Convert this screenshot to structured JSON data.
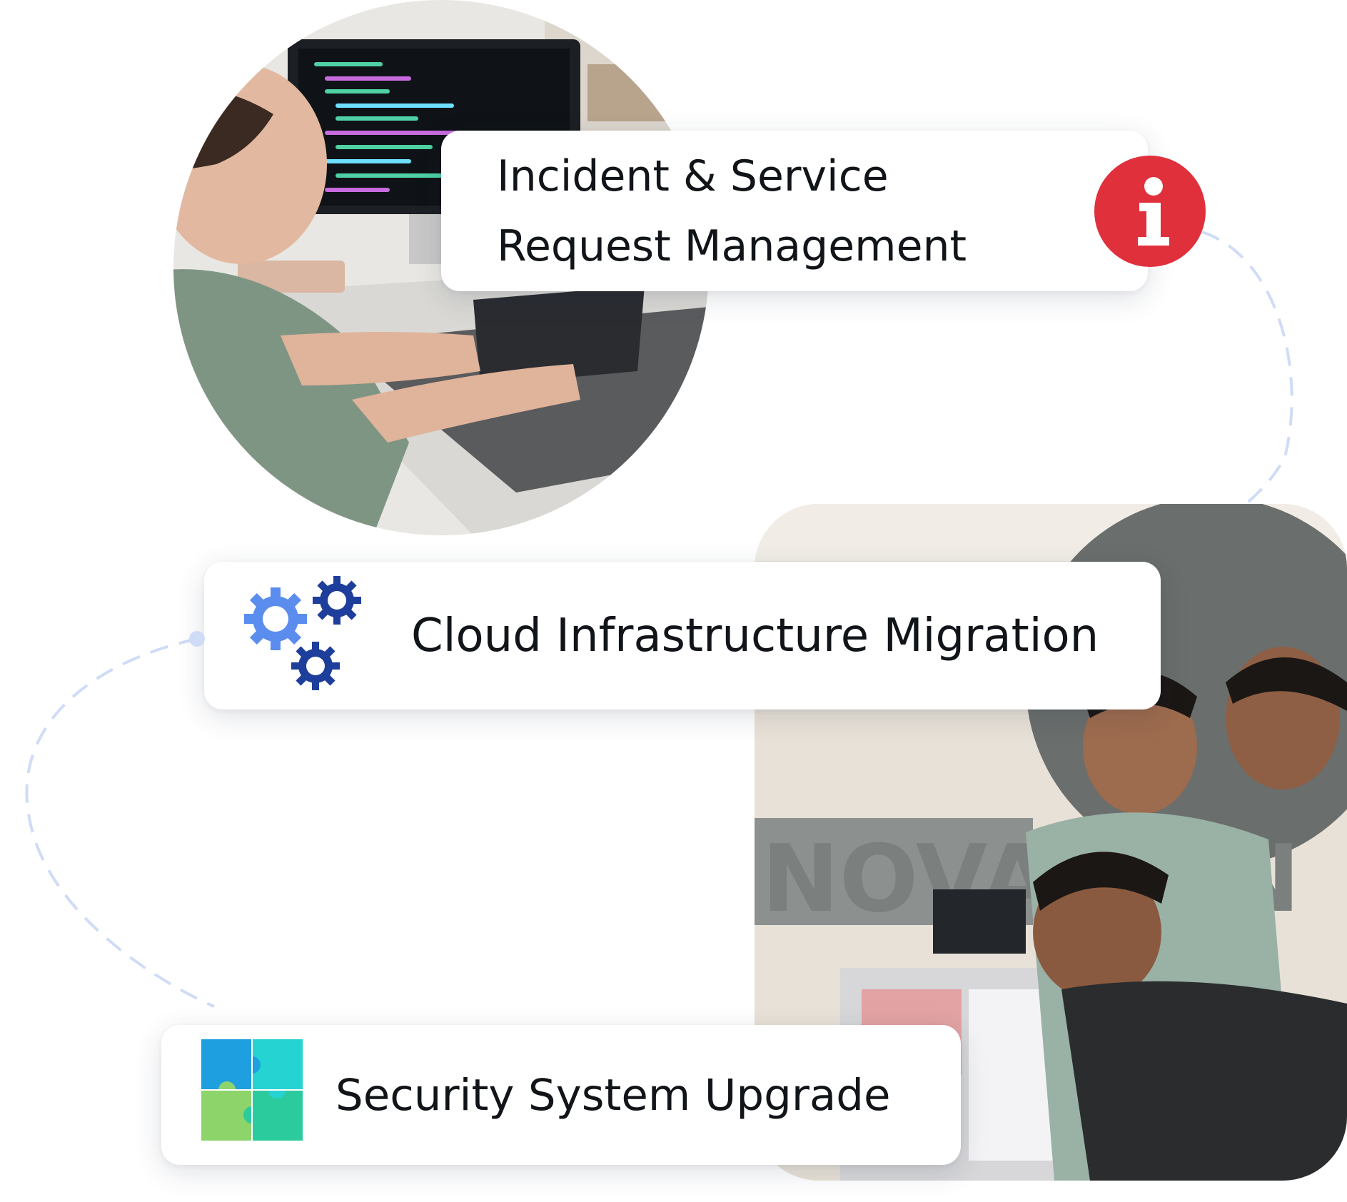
{
  "cards": {
    "incident": {
      "line1": "Incident & Service",
      "line2": "Request Management",
      "icon": "info-icon"
    },
    "cloud": {
      "label": "Cloud Infrastructure Migration",
      "icon": "gears-icon"
    },
    "security": {
      "label": "Security System Upgrade",
      "icon": "puzzle-icon"
    }
  },
  "photos": {
    "developer": "developer-at-desk-photo",
    "team": "team-working-on-hardware-photo",
    "team_wall_text": "NOVATION"
  },
  "colors": {
    "info_badge": "#E0303C",
    "gear_light": "#5B8DEF",
    "gear_dark": "#1D3E9A",
    "connector": "#cfdcf5",
    "puzzle_blue": "#1E9FE0",
    "puzzle_cyan": "#26D3D3",
    "puzzle_green": "#8DD46B",
    "puzzle_teal": "#2CCB9E"
  }
}
